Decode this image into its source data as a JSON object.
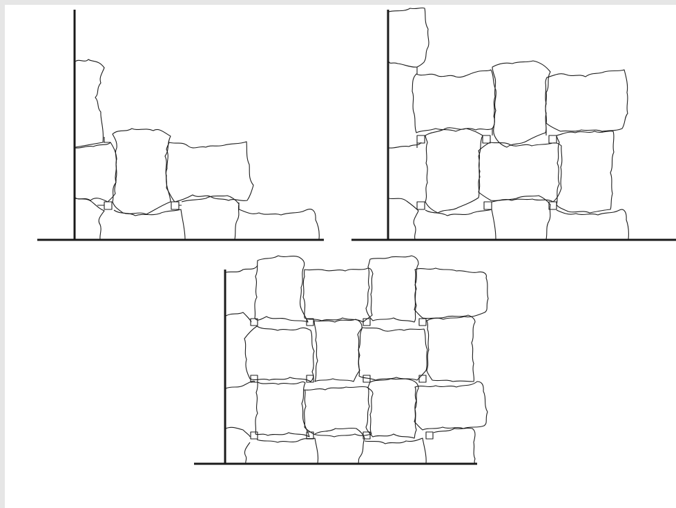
{
  "figure": {
    "kind": "paving-stone laying sequence (three stages)",
    "line_color": "#1a1a1a",
    "background_color": "#ffffff",
    "frame_color": "#e6e6e6",
    "panels": [
      {
        "name": "stage-1",
        "stone_count": 7
      },
      {
        "name": "stage-2",
        "stone_count": 13
      },
      {
        "name": "stage-3",
        "stone_count": 20
      }
    ]
  }
}
